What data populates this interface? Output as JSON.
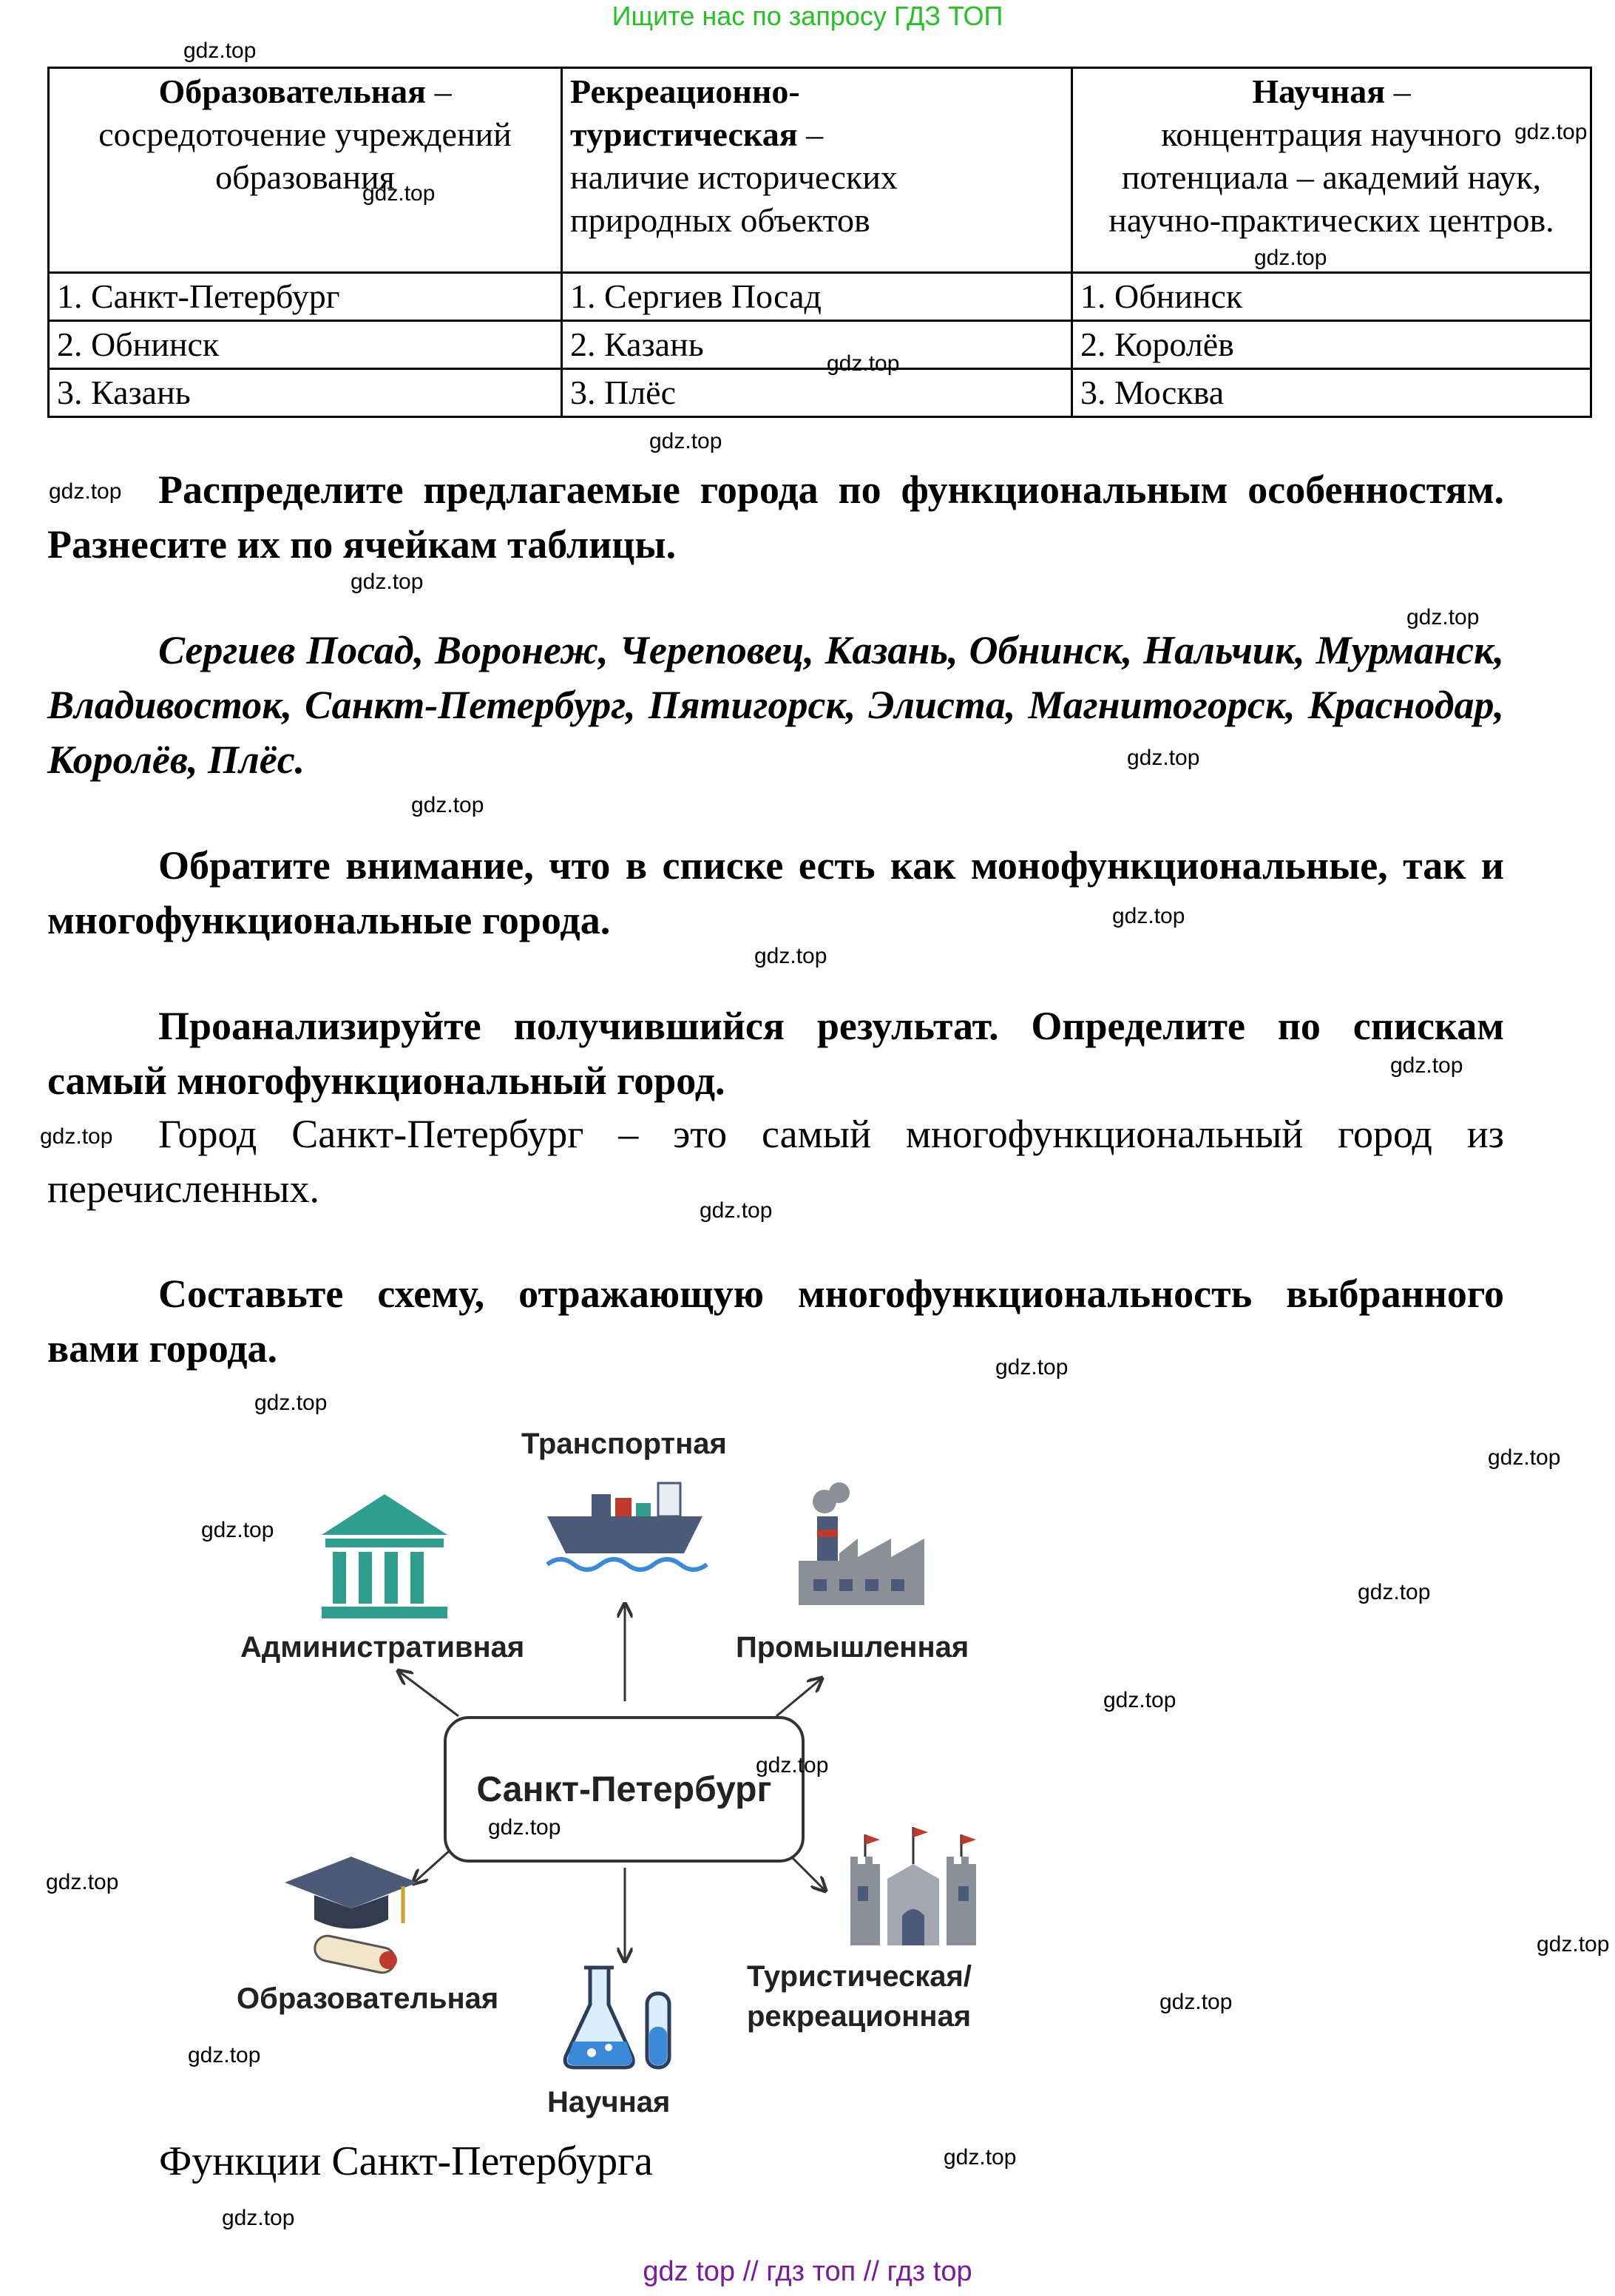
{
  "banner": "Ищите нас по запросу ГДЗ ТОП",
  "watermark": "gdz.top",
  "table": {
    "headers": [
      {
        "title": "Образовательная",
        "rest": "–\nсосредоточение учреждений\nобразования"
      },
      {
        "title": "Рекреационно-\nтуристическая",
        "rest": "–\nналичие исторических\nприродных объектов"
      },
      {
        "title": "Научная",
        "rest": "–\nконцентрация научного\nпотенциала – академий наук,\nнаучно-практических центров."
      }
    ],
    "rows": [
      [
        "1. Санкт-Петербург",
        "1. Сергиев Посад",
        "1. Обнинск"
      ],
      [
        "2. Обнинск",
        "2. Казань",
        "2. Королёв"
      ],
      [
        "3. Казань",
        "3. Плёс",
        "3. Москва"
      ]
    ]
  },
  "paragraphs": {
    "task1": "Распределите предлагаемые города по функциональным особенностям. Разнесите их по ячейкам таблицы.",
    "cities": "Сергиев Посад, Воронеж, Череповец, Казань, Обнинск, Нальчик, Мурманск, Владивосток, Санкт-Петербург, Пятигорск, Элиста, Магнитогорск, Краснодар, Королёв, Плёс.",
    "task2": "Обратите внимание, что в списке есть как монофункциональные, так и многофункциональные города.",
    "task3": "Проанализируйте получившийся результат. Определите по спискам самый многофункциональный город.",
    "answer": "Город Санкт-Петербург – это самый многофункциональный город из перечисленных.",
    "task4": "Составьте схему, отражающую многофункциональность выбранного вами города."
  },
  "diagram": {
    "center": "Санкт-Петербург",
    "nodes": {
      "transport": {
        "label": "Транспортная",
        "icon": "ship-icon"
      },
      "admin": {
        "label": "Административная",
        "icon": "government-building-icon"
      },
      "industry": {
        "label": "Промышленная",
        "icon": "factory-icon"
      },
      "education": {
        "label": "Образовательная",
        "icon": "graduation-cap-icon"
      },
      "science": {
        "label": "Научная",
        "icon": "lab-flask-icon"
      },
      "tourism_1": "Туристическая/",
      "tourism_2": "рекреационная",
      "tourism_icon": "castle-icon"
    },
    "colors": {
      "teal": "#2f9e8f",
      "navy": "#4a5a78",
      "red": "#c0392b",
      "grey": "#8a8f98",
      "blue": "#3b8ad9"
    }
  },
  "caption": "Функции Санкт-Петербурга",
  "footer": "gdz top  //  гдз топ  //  гдз top"
}
